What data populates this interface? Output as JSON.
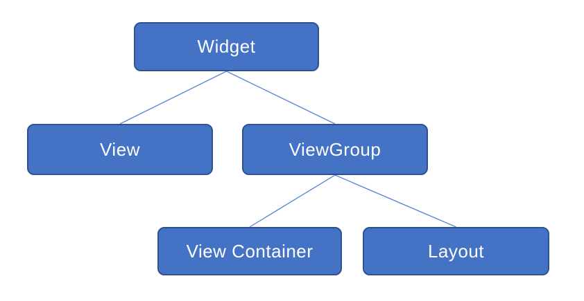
{
  "diagram": {
    "type": "tree",
    "background_color": "#ffffff",
    "node_fill_color": "#4472c4",
    "node_border_color": "#2f528f",
    "node_text_color": "#ffffff",
    "connector_color": "#5585d6",
    "nodes": [
      {
        "id": "widget",
        "label": "Widget"
      },
      {
        "id": "view",
        "label": "View"
      },
      {
        "id": "viewgroup",
        "label": "ViewGroup"
      },
      {
        "id": "view-container",
        "label": "View Container"
      },
      {
        "id": "layout",
        "label": "Layout"
      }
    ],
    "edges": [
      {
        "from": "Widget",
        "to": "View"
      },
      {
        "from": "Widget",
        "to": "ViewGroup"
      },
      {
        "from": "ViewGroup",
        "to": "View Container"
      },
      {
        "from": "ViewGroup",
        "to": "Layout"
      }
    ]
  }
}
